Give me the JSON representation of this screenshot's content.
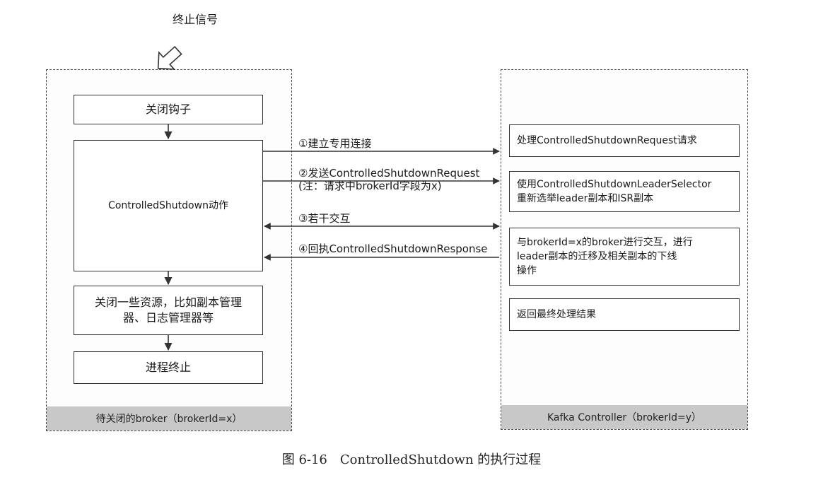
{
  "signal": {
    "label": "终止信号"
  },
  "left_panel": {
    "footer": "待关闭的broker（brokerId=x）",
    "boxes": {
      "close_hook": "关闭钩子",
      "controlled_shutdown": "ControlledShutdown动作",
      "close_resources_line1": "关闭一些资源，比如副本管理",
      "close_resources_line2": "器、日志管理器等",
      "process_end": "进程终止"
    }
  },
  "right_panel": {
    "footer": "Kafka Controller（brokerId=y）",
    "boxes": {
      "handle_request": "处理ControlledShutdownRequest请求",
      "reelect_line1": "使用ControlledShutdownLeaderSelector",
      "reelect_line2": "重新选举leader副本和ISR副本",
      "interact_line1": "与brokerId=x的broker进行交互，进行",
      "interact_line2": "leader副本的迁移及相关副本的下线",
      "interact_line3": "操作",
      "return_result": "返回最终处理结果"
    }
  },
  "messages": {
    "m1": "①建立专用连接",
    "m2_line1": "②发送ControlledShutdownRequest",
    "m2_line2": "(注：请求中brokerId字段为x)",
    "m3": "③若干交互",
    "m4": "④回执ControlledShutdownResponse"
  },
  "caption": "图 6-16　ControlledShutdown 的执行过程"
}
